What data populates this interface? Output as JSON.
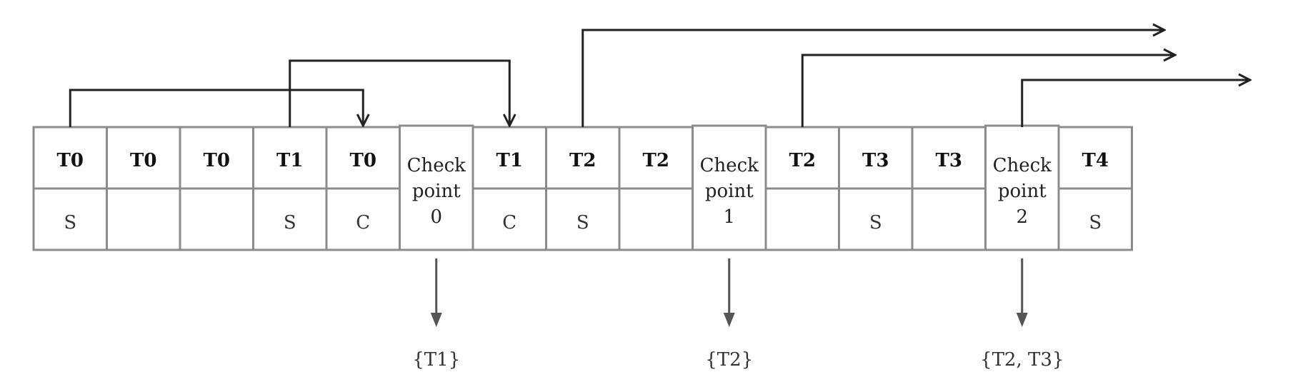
{
  "log": {
    "columns": [
      {
        "type": "record",
        "txn": "T0",
        "mark": "S"
      },
      {
        "type": "record",
        "txn": "T0",
        "mark": ""
      },
      {
        "type": "record",
        "txn": "T0",
        "mark": ""
      },
      {
        "type": "record",
        "txn": "T1",
        "mark": "S"
      },
      {
        "type": "record",
        "txn": "T0",
        "mark": "C"
      },
      {
        "type": "checkpoint",
        "lines": [
          "Check",
          "point",
          "0"
        ],
        "output": "{T1}"
      },
      {
        "type": "record",
        "txn": "T1",
        "mark": "C"
      },
      {
        "type": "record",
        "txn": "T2",
        "mark": "S"
      },
      {
        "type": "record",
        "txn": "T2",
        "mark": ""
      },
      {
        "type": "checkpoint",
        "lines": [
          "Check",
          "point",
          "1"
        ],
        "output": "{T2}"
      },
      {
        "type": "record",
        "txn": "T2",
        "mark": ""
      },
      {
        "type": "record",
        "txn": "T3",
        "mark": "S"
      },
      {
        "type": "record",
        "txn": "T3",
        "mark": ""
      },
      {
        "type": "checkpoint",
        "lines": [
          "Check",
          "point",
          "2"
        ],
        "output": "{T2, T3}"
      },
      {
        "type": "record",
        "txn": "T4",
        "mark": "S"
      }
    ]
  },
  "arrows": [
    {
      "from": 0,
      "to": 4,
      "level": 3
    },
    {
      "from": 3,
      "to": 6,
      "level": 2
    },
    {
      "from": 7,
      "to": null,
      "level": 0
    },
    {
      "from": 10,
      "to": null,
      "level": 1
    },
    {
      "from": 13,
      "to": null,
      "level": 2
    }
  ]
}
